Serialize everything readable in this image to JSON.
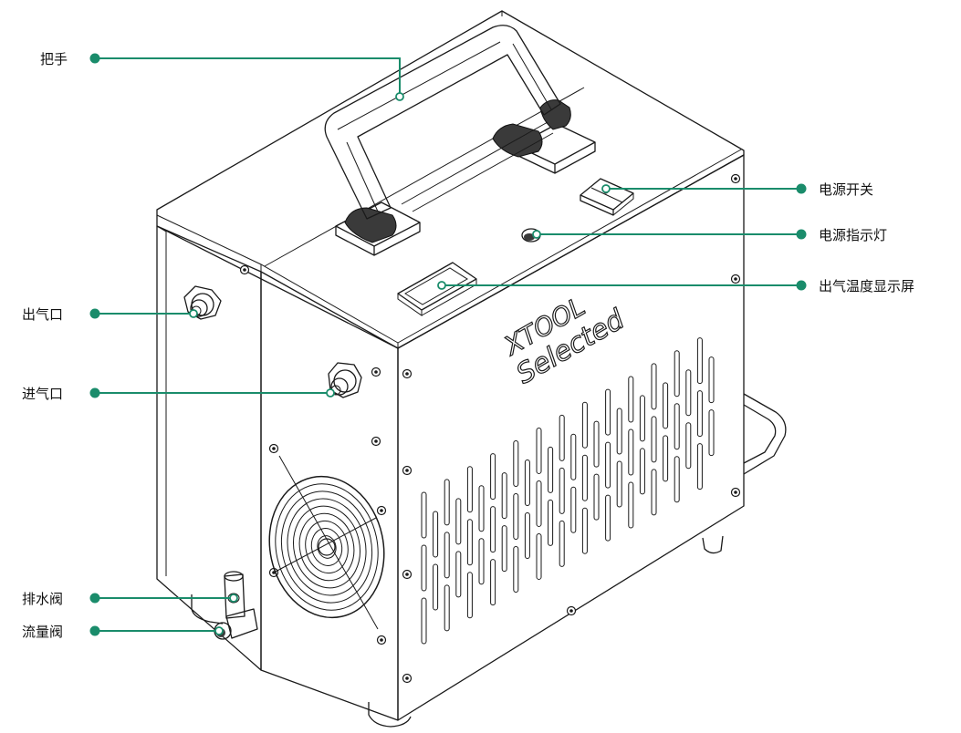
{
  "accent_color": "#1a8c6b",
  "brand": {
    "line1": "XTOOL",
    "line2": "Selected"
  },
  "labels": {
    "handle": "把手",
    "power_switch": "电源开关",
    "power_indicator": "电源指示灯",
    "outlet_temp_display": "出气温度显示屏",
    "air_outlet": "出气口",
    "air_inlet": "进气口",
    "drain_valve": "排水阀",
    "flow_valve": "流量阀"
  }
}
